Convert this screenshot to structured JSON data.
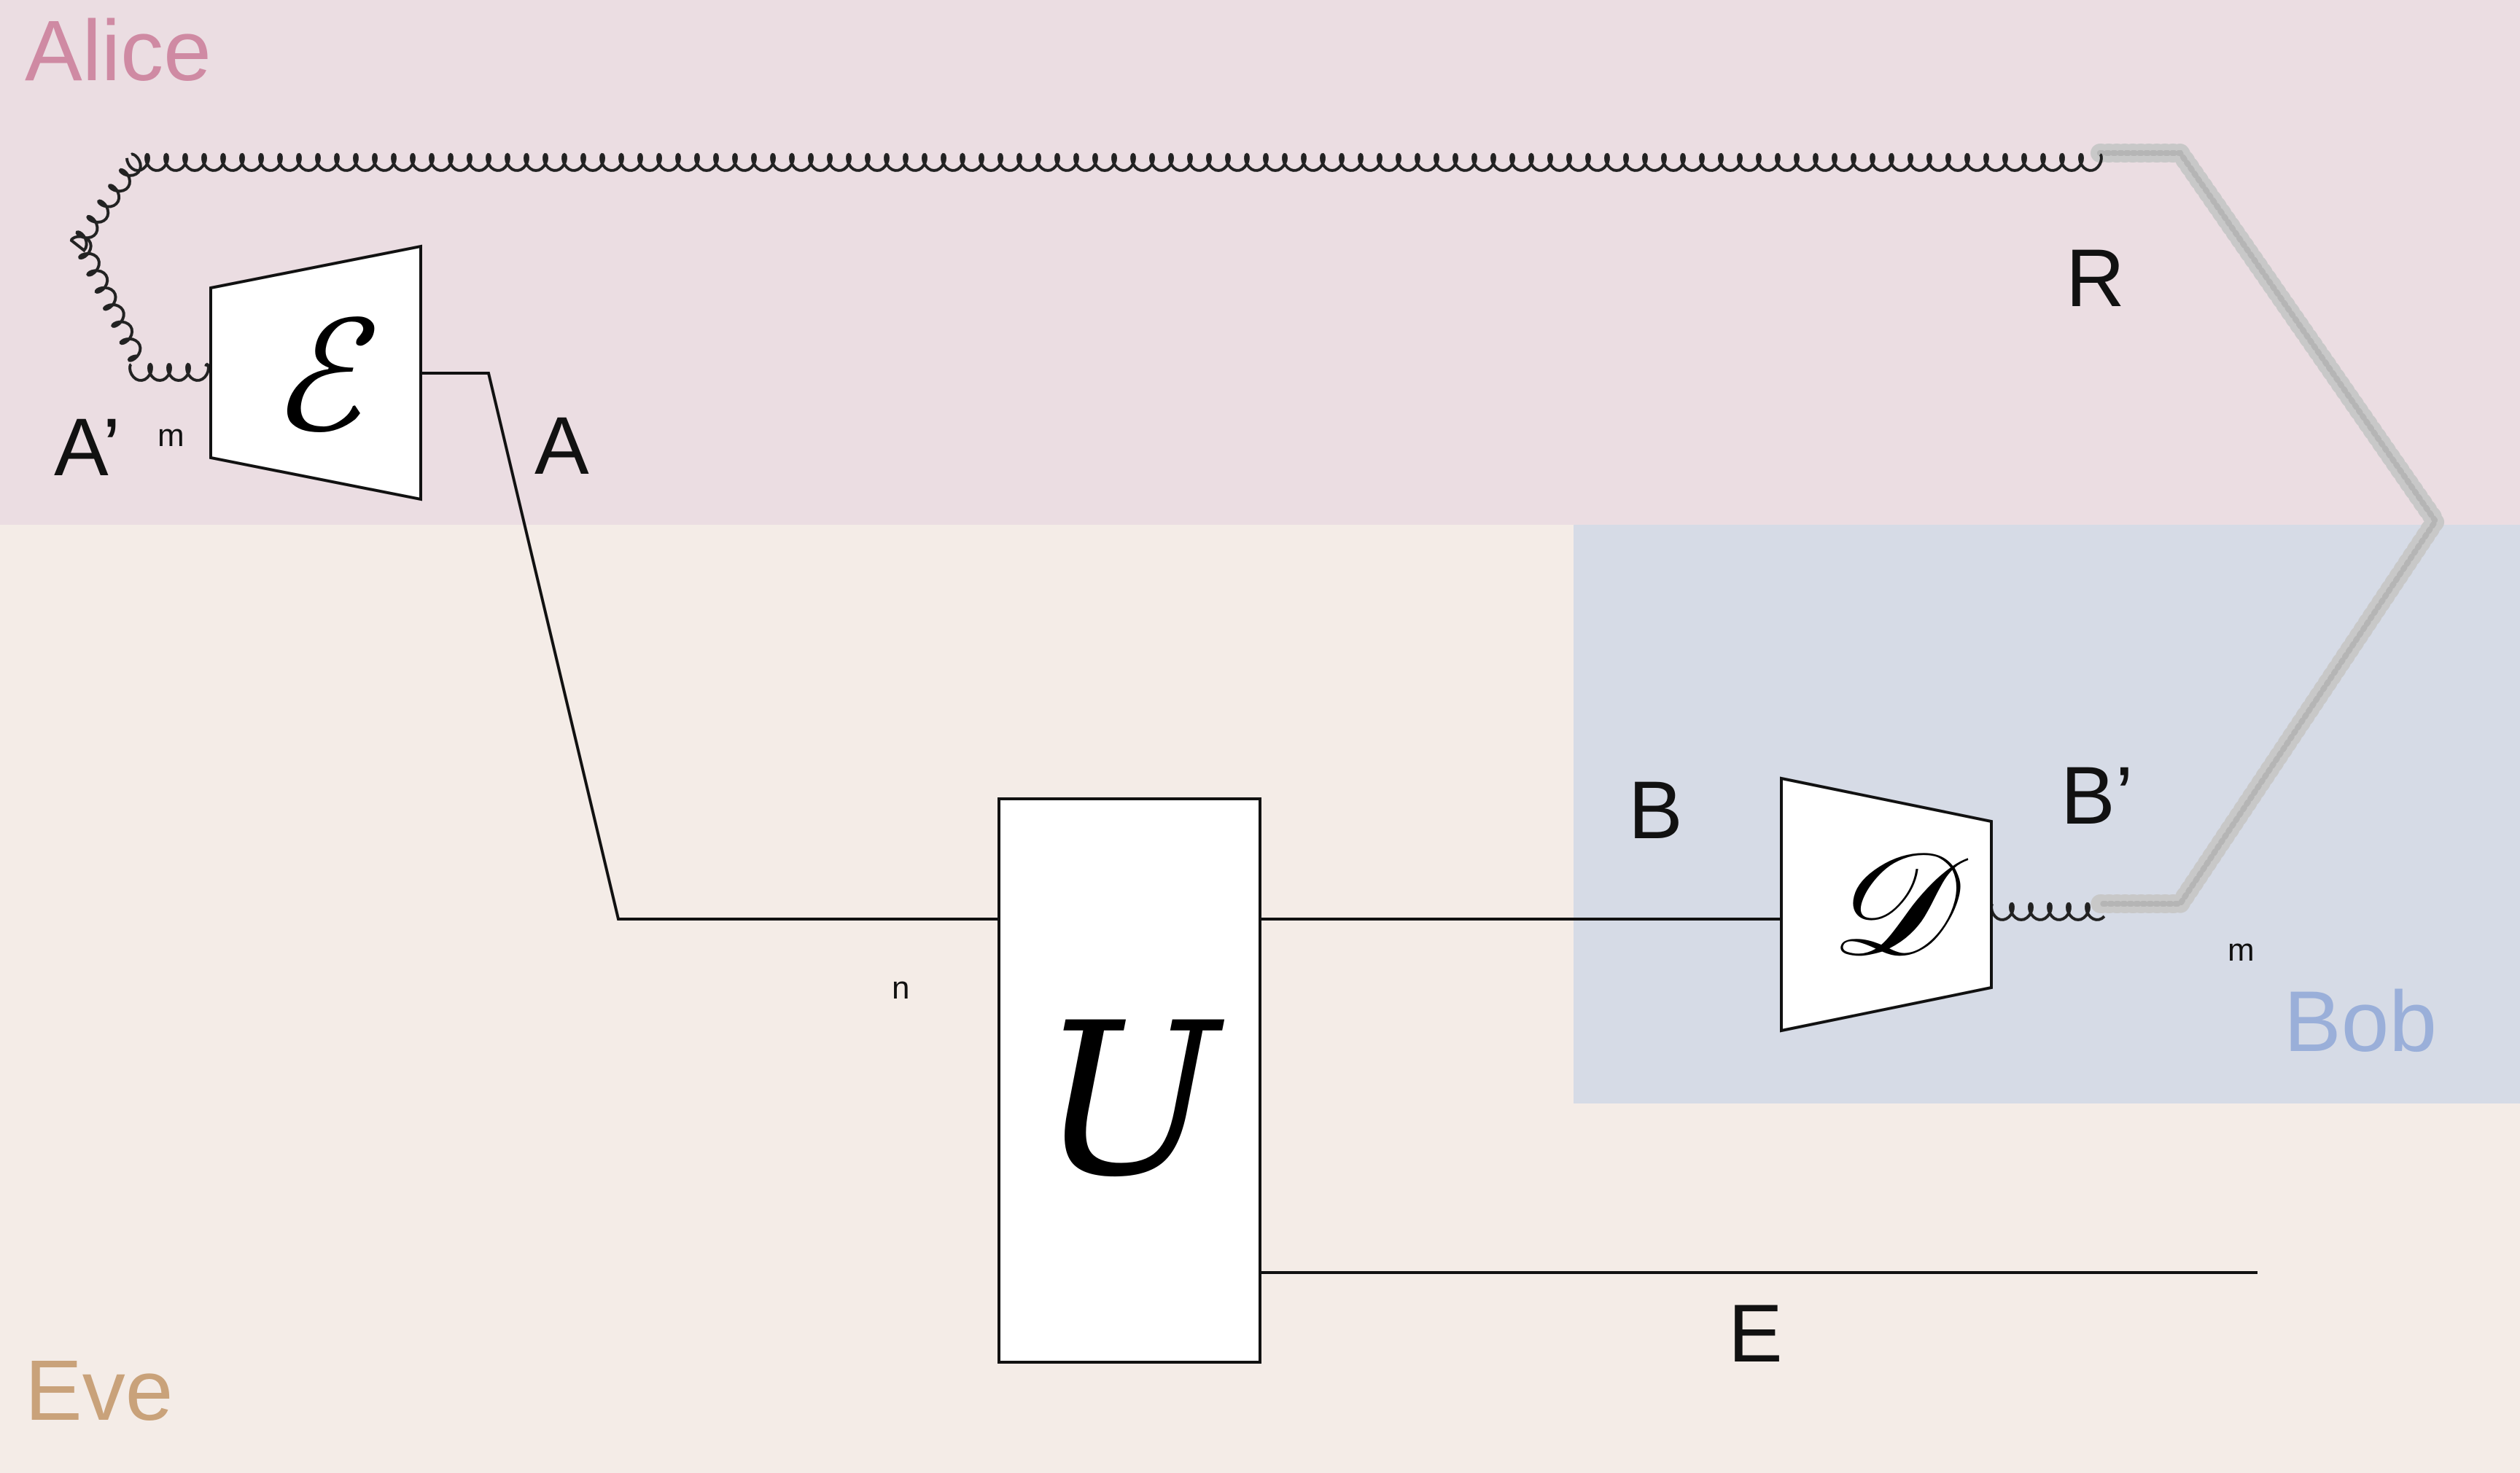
{
  "regions": {
    "alice": {
      "label": "Alice",
      "color": "#ebdde2",
      "text_color": "#cf8aa3"
    },
    "eve": {
      "label": "Eve",
      "color": "#f4ece7",
      "text_color": "#c9a27a"
    },
    "bob": {
      "label": "Bob",
      "color": "#d6dbe6",
      "text_color": "#9aafd9"
    }
  },
  "operators": {
    "encoder": {
      "symbol": "ℰ"
    },
    "unitary": {
      "symbol": "U"
    },
    "decoder": {
      "symbol": "𝒟"
    }
  },
  "wires": {
    "a_prime": "A’",
    "a": "A",
    "r": "R",
    "b": "B",
    "b_prime": "B’",
    "e": "E"
  },
  "dimensions": {
    "m_input": "m",
    "n_channel": "n",
    "m_output": "m"
  }
}
